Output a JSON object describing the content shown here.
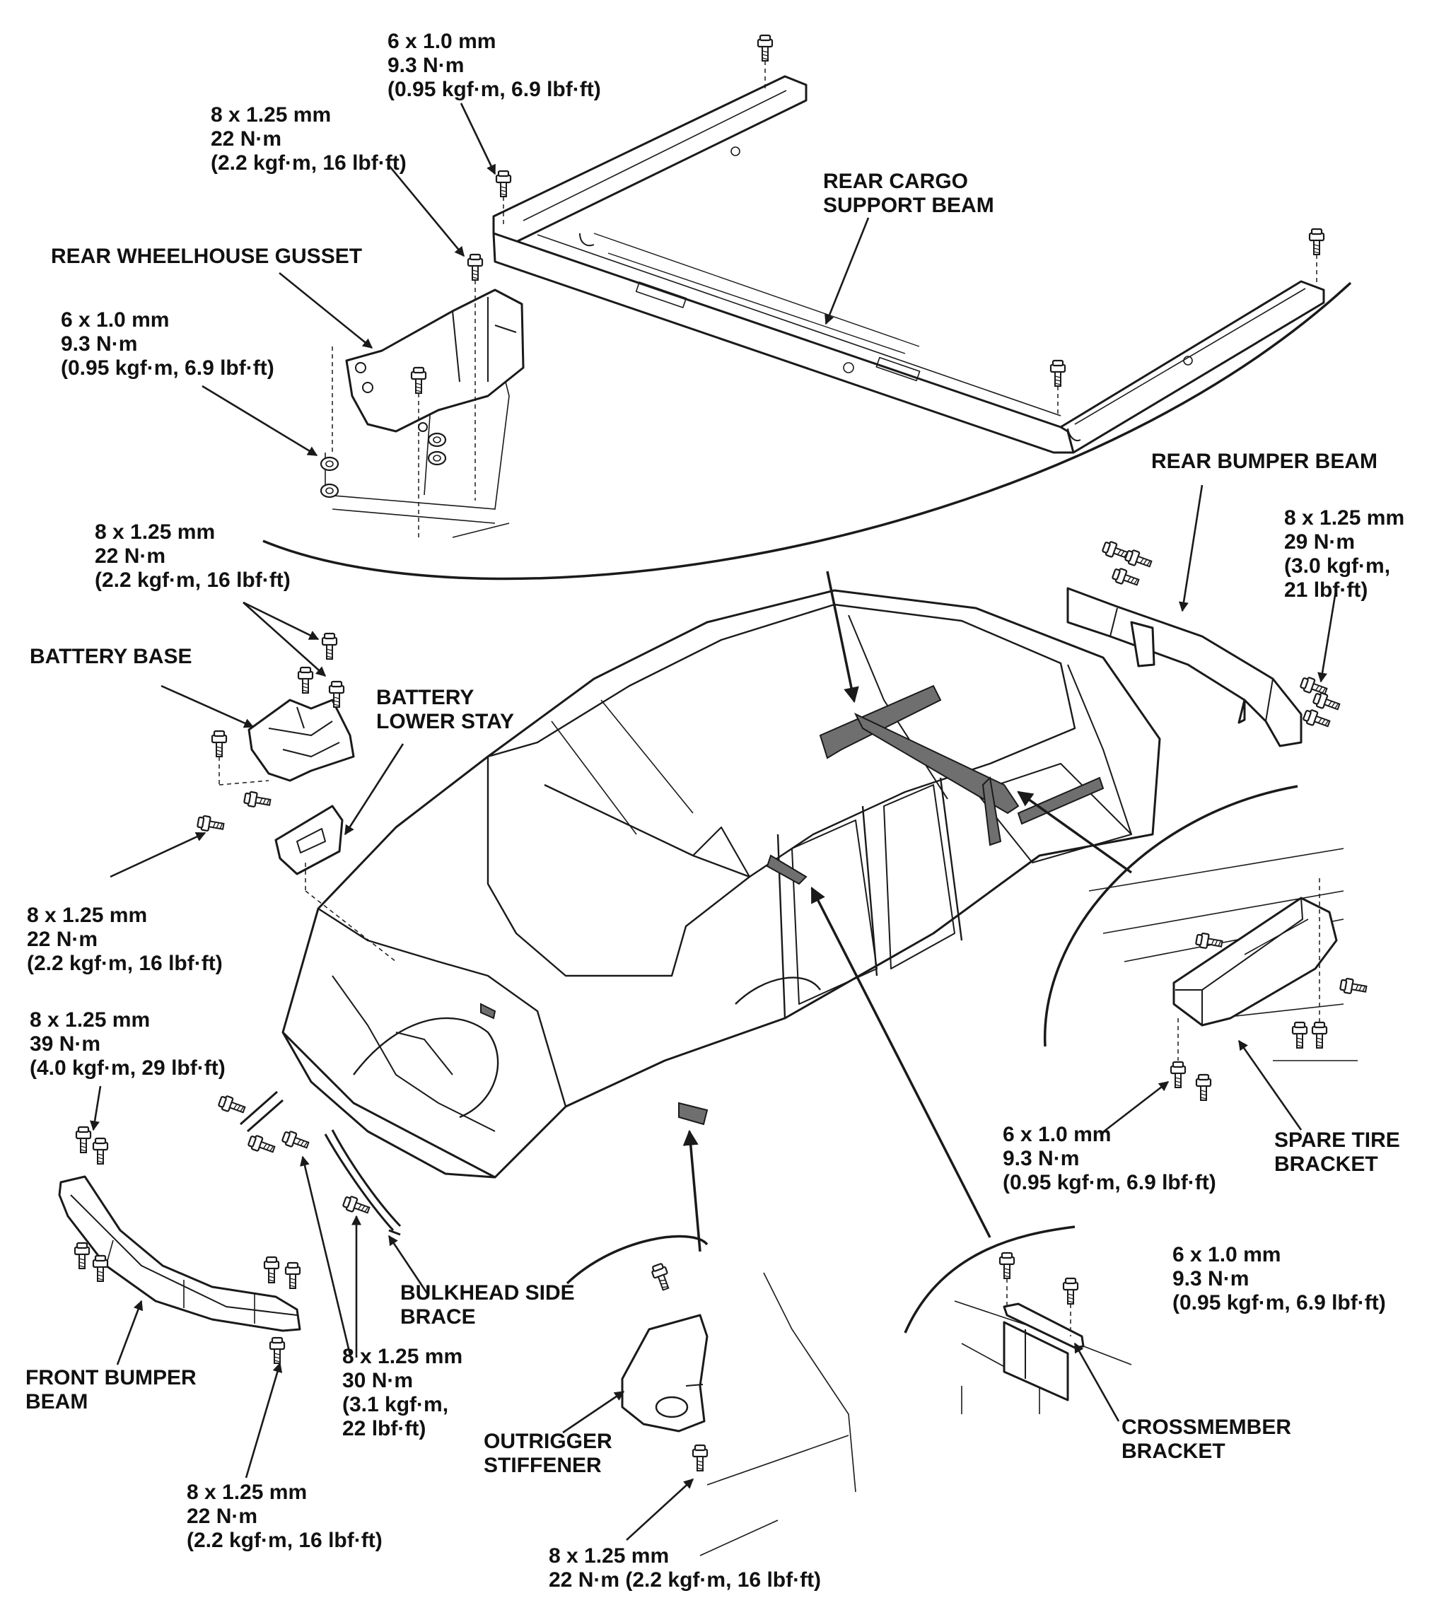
{
  "colors": {
    "line": "#1a1a1a",
    "part_fill": "#ffffff",
    "highlight_fill": "#6f6f6f",
    "background": "#ffffff"
  },
  "parts": {
    "rear_cargo_support_beam": [
      "REAR CARGO",
      "SUPPORT BEAM"
    ],
    "rear_wheelhouse_gusset": [
      "REAR WHEELHOUSE GUSSET"
    ],
    "rear_bumper_beam": [
      "REAR BUMPER BEAM"
    ],
    "battery_base": [
      "BATTERY BASE"
    ],
    "battery_lower_stay": [
      "BATTERY",
      "LOWER STAY"
    ],
    "spare_tire_bracket": [
      "SPARE TIRE",
      "BRACKET"
    ],
    "bulkhead_side_brace": [
      "BULKHEAD SIDE",
      "BRACE"
    ],
    "front_bumper_beam": [
      "FRONT BUMPER",
      "BEAM"
    ],
    "outrigger_stiffener": [
      "OUTRIGGER",
      "STIFFENER"
    ],
    "crossmember_bracket": [
      "CROSSMEMBER",
      "BRACKET"
    ]
  },
  "torque": {
    "cargo_top": [
      "6 x 1.0 mm",
      "9.3 N·m",
      "(0.95 kgf·m, 6.9 lbf·ft)"
    ],
    "cargo_left": [
      "8 x 1.25 mm",
      "22 N·m",
      "(2.2 kgf·m, 16 lbf·ft)"
    ],
    "gusset": [
      "6 x 1.0 mm",
      "9.3 N·m",
      "(0.95 kgf·m, 6.9 lbf·ft)"
    ],
    "battery_base": [
      "8 x 1.25 mm",
      "22 N·m",
      "(2.2 kgf·m, 16 lbf·ft)"
    ],
    "battery_stay": [
      "8 x 1.25 mm",
      "22 N·m",
      "(2.2 kgf·m, 16 lbf·ft)"
    ],
    "rear_bumper": [
      "8 x 1.25 mm",
      "29 N·m",
      "(3.0 kgf·m,",
      "21 lbf·ft)"
    ],
    "front_bumper_upper": [
      "8 x 1.25 mm",
      "39 N·m",
      "(4.0 kgf·m, 29 lbf·ft)"
    ],
    "bulkhead": [
      "8 x 1.25 mm",
      "30 N·m",
      "(3.1 kgf·m,",
      "22 lbf·ft)"
    ],
    "front_bumper_lower": [
      "8 x 1.25 mm",
      "22 N·m",
      "(2.2 kgf·m, 16 lbf·ft)"
    ],
    "outrigger": [
      "8 x 1.25 mm",
      "22 N·m (2.2 kgf·m, 16 lbf·ft)"
    ],
    "spare_tire": [
      "6 x 1.0 mm",
      "9.3 N·m",
      "(0.95 kgf·m, 6.9 lbf·ft)"
    ],
    "crossmember": [
      "6 x 1.0 mm",
      "9.3 N·m",
      "(0.95 kgf·m, 6.9 lbf·ft)"
    ]
  }
}
